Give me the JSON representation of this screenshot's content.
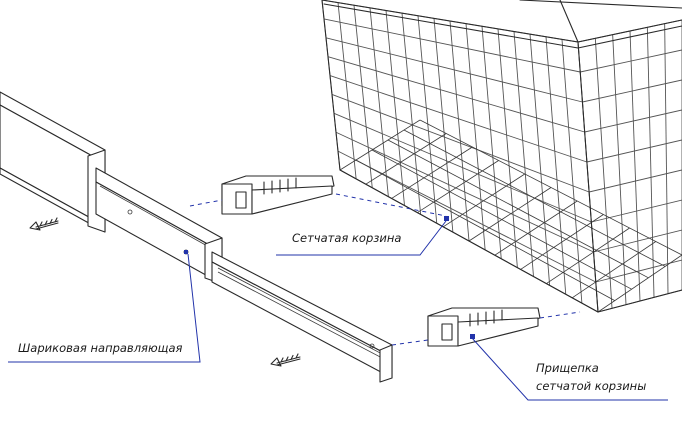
{
  "labels": {
    "mesh_basket": "Сетчатая корзина",
    "ball_slide": "Шариковая направляющая",
    "clip_line1": "Прищепка",
    "clip_line2": "сетчатой корзины"
  },
  "colors": {
    "ink": "#2a2a2a",
    "leader": "#2233aa",
    "background": "#ffffff"
  },
  "icons": [
    "screw-icon",
    "basket-clip-icon"
  ]
}
